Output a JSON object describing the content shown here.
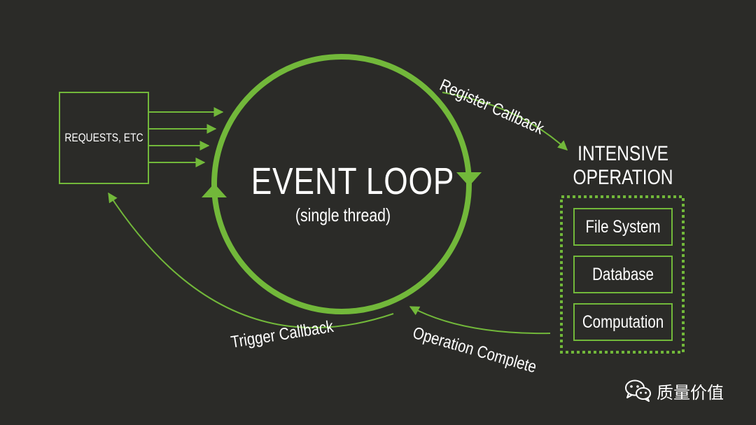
{
  "colors": {
    "background": "#2b2b28",
    "accent": "#72b83a",
    "text": "#ffffff"
  },
  "requests": {
    "label": "REQUESTS, ETC"
  },
  "event_loop": {
    "title": "EVENT LOOP",
    "subtitle": "(single thread)"
  },
  "intensive_operation": {
    "title_line1": "INTENSIVE",
    "title_line2": "OPERATION",
    "items": [
      "File System",
      "Database",
      "Computation"
    ]
  },
  "flows": {
    "register": "Register Callback",
    "complete": "Operation Complete",
    "trigger": "Trigger Callback"
  },
  "watermark": {
    "text": "质量价值",
    "icon": "wechat-icon"
  }
}
